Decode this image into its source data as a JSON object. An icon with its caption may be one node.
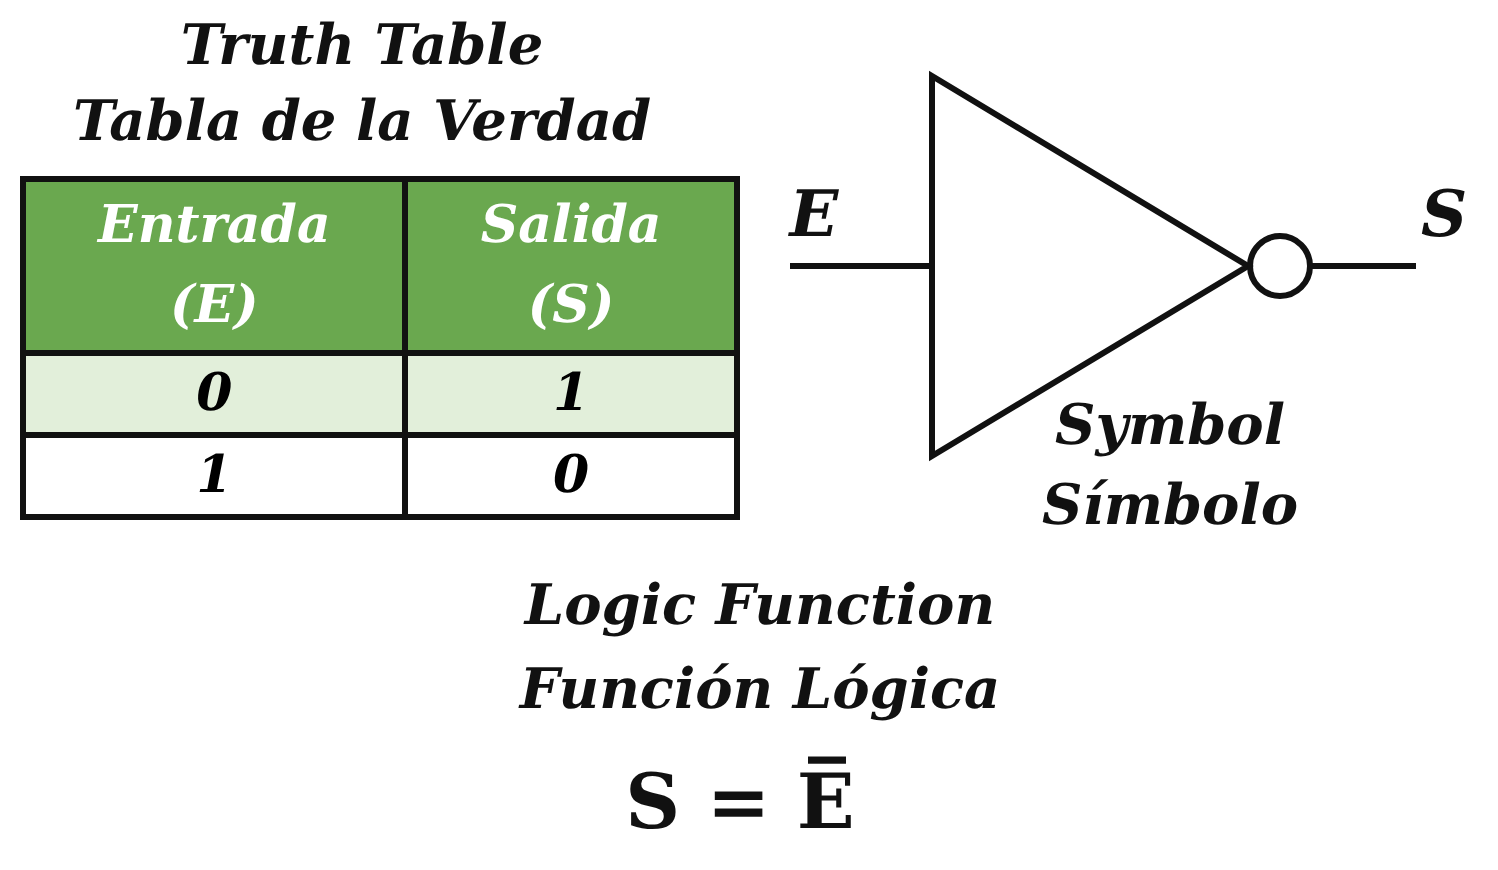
{
  "diagram": {
    "nodes": [
      {
        "text": [
          "E"
        ]
      },
      {
        "text": [],
        "shape": "triangle",
        "beside": [
          "Symbol",
          "Símbolo"
        ]
      },
      {
        "text": [
          "S"
        ]
      }
    ],
    "edges": [
      {
        "from": 0,
        "to": 1,
        "arrow": "none"
      },
      {
        "from": 1,
        "to": 2,
        "arrow": "none"
      }
    ],
    "labels": [
      "Truth Table",
      "Tabla de la Verdad",
      "Entrada (E)",
      "Salida (S)",
      "0",
      "1",
      "1",
      "0",
      "Logic Function",
      "Función Lógica",
      "S = E̅"
    ]
  }
}
